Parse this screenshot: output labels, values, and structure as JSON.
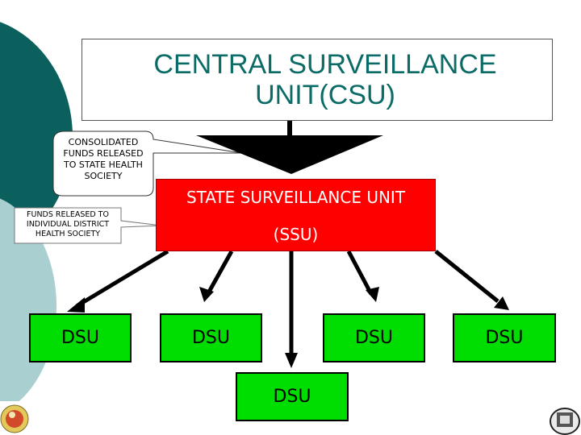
{
  "csu": {
    "line1": "CENTRAL SURVEILLANCE",
    "line2": "UNIT(CSU)"
  },
  "callout_state": {
    "lines": [
      "CONSOLIDATED",
      "FUNDS RELEASED",
      "TO STATE HEALTH",
      "SOCIETY"
    ]
  },
  "callout_district": {
    "lines": [
      "FUNDS RELEASED TO",
      "INDIVIDUAL DISTRICT",
      "HEALTH SOCIETY"
    ]
  },
  "ssu": {
    "line1": "STATE SURVEILLANCE UNIT",
    "line2": "(SSU)"
  },
  "dsu_boxes": [
    "DSU",
    "DSU",
    "DSU",
    "DSU",
    "DSU"
  ],
  "colors": {
    "csu_text": "#0b6b66",
    "ssu_fill": "#ff0000",
    "dsu_fill": "#00dd00",
    "bg_dark_teal": "#0b5f5c",
    "bg_light_teal": "#a9cfd0"
  },
  "logos": [
    "emblem-left-logo",
    "emblem-right-logo"
  ]
}
